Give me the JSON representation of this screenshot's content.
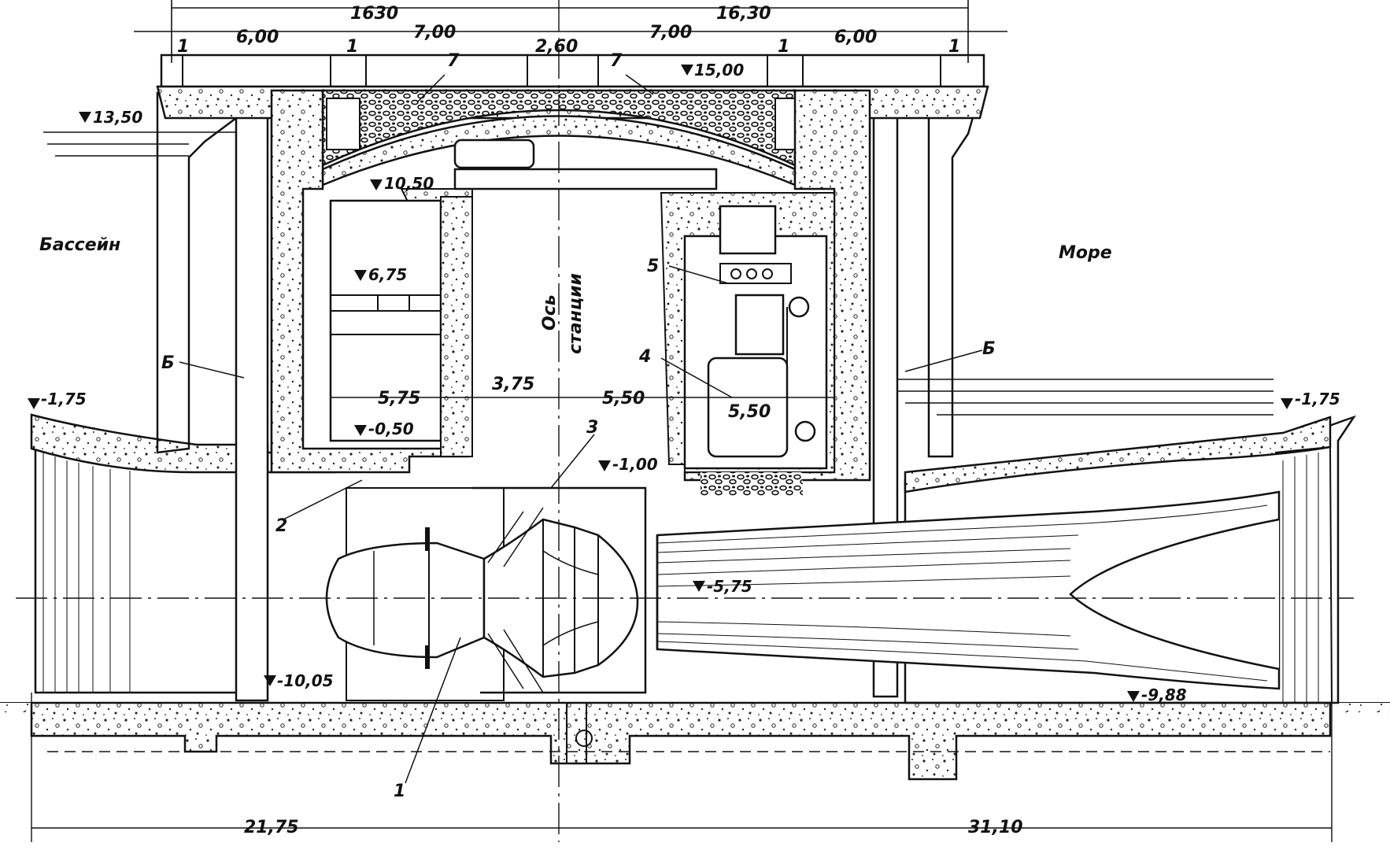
{
  "texts": {
    "top_total_left": "1630",
    "top_total_right": "16,30",
    "d_1_a": "1",
    "d_600_left": "6,00",
    "d_1_b": "1",
    "d_700_left": "7,00",
    "d_260": "2,60",
    "d_700_right": "7,00",
    "d_1_c": "1",
    "d_600_right": "6,00",
    "d_1_d": "1",
    "el_1500": "15,00",
    "el_1350": "13,50",
    "el_1050": "10,50",
    "el_675": "6,75",
    "el_m175_left": "-1,75",
    "el_m175_right": "-1,75",
    "el_m050": "-0,50",
    "el_m100": "-1,00",
    "el_m575": "-5,75",
    "el_m1005": "-10,05",
    "el_m988": "-9,88",
    "side_left": "Бассейн",
    "side_right": "Море",
    "axis_line1": "Ось",
    "axis_line2": "станции",
    "d_575": "5,75",
    "d_375": "3,75",
    "d_550_a": "5,50",
    "d_550_b": "5,50",
    "bottom_left": "21,75",
    "bottom_right": "31,10",
    "n7_left": "7",
    "n7_right": "7",
    "n5": "5",
    "n4": "4",
    "n3": "3",
    "n2": "2",
    "n1": "1",
    "n6_left": "Б",
    "n6_right": "Б"
  }
}
